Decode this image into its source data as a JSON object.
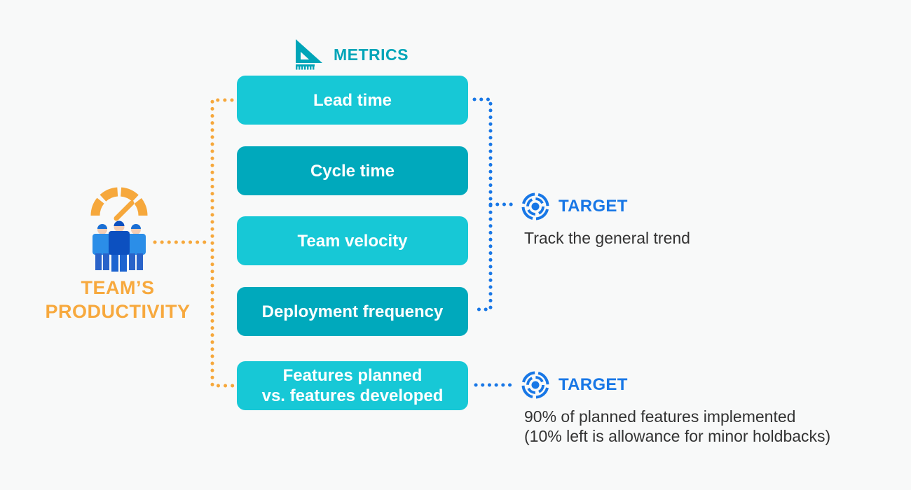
{
  "colors": {
    "background": "#f8f9f9",
    "metric_box_light": "#17c8d6",
    "metric_box_dark": "#00a9bc",
    "metrics_header_teal": "#00a5b8",
    "accent_orange": "#f6a83c",
    "accent_blue": "#1877e6",
    "body_text": "#333333"
  },
  "subject": {
    "icon": "team-with-gauge-icon",
    "title_line1": "TEAM’S",
    "title_line2": "PRODUCTIVITY"
  },
  "metrics_header": {
    "icon": "set-square-ruler-icon",
    "label": "METRICS"
  },
  "metrics": [
    {
      "label": "Lead time"
    },
    {
      "label": "Cycle time"
    },
    {
      "label": "Team velocity"
    },
    {
      "label": "Deployment frequency"
    },
    {
      "label_line1": "Features planned",
      "label_line2": "vs. features developed"
    }
  ],
  "targets": [
    {
      "icon": "bullseye-icon",
      "label": "TARGET",
      "description": "Track the general trend"
    },
    {
      "icon": "bullseye-icon",
      "label": "TARGET",
      "description_line1": "90% of planned features implemented",
      "description_line2": "(10% left is allowance for minor holdbacks)"
    }
  ]
}
